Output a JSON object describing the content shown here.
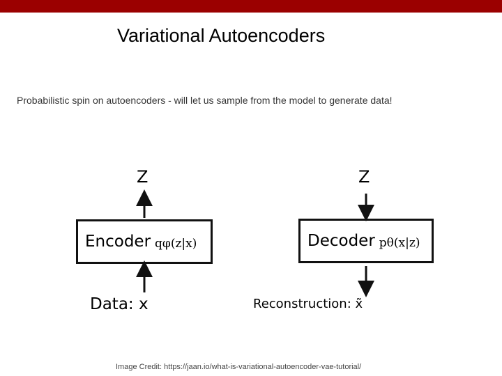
{
  "slide": {
    "title": "Variational Autoencoders",
    "subtitle": "Probabilistic spin on autoencoders - will let us sample from the model to generate data!",
    "credit": "Image Credit: https://jaan.io/what-is-variational-autoencoder-vae-tutorial/",
    "accent_color": "#9b0000"
  },
  "encoder": {
    "latent_label": "Z",
    "box_label": "Encoder",
    "distribution": "qφ(z|x)",
    "input_label": "Data: x"
  },
  "decoder": {
    "latent_label": "Z",
    "box_label": "Decoder",
    "distribution": "pθ(x|z)",
    "output_label": "Reconstruction: x̃"
  }
}
